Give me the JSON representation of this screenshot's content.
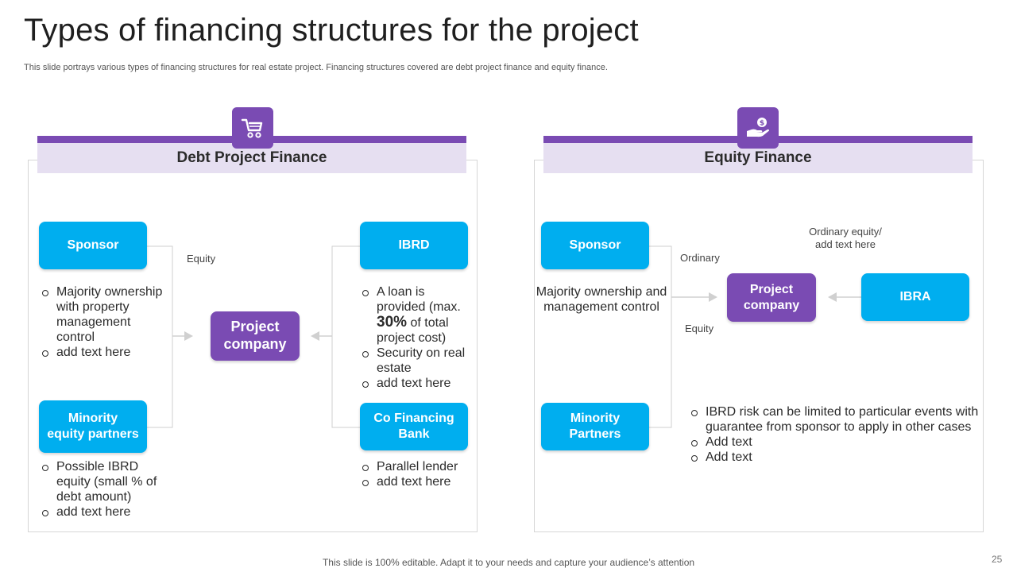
{
  "title": "Types of financing structures for the project",
  "subtitle": "This slide portrays various types of financing structures for real estate project. Financing structures covered are debt project finance and equity finance.",
  "footer": "This slide is 100% editable. Adapt it to your needs and capture your audience’s attention",
  "page_number": "25",
  "colors": {
    "purple": "#7a4bb3",
    "blue": "#00aeef",
    "header_bg": "#e6dff1"
  },
  "debt": {
    "icon": "shopping-cart-icon",
    "header": "Debt Project Finance",
    "sponsor": "Sponsor",
    "sponsor_bullets": [
      "Majority ownership with property management control",
      "add text here"
    ],
    "minority": {
      "line1": "Minority",
      "line2": "equity partners"
    },
    "minority_bullets": [
      "Possible IBRD equity (small % of debt amount)",
      "add text here"
    ],
    "equity_label": "Equity",
    "project": {
      "line1": "Project",
      "line2": "company"
    },
    "ibrd": "IBRD",
    "ibrd_bullet1": {
      "pre": "A loan is provided (max.",
      "big": "30%",
      "post": "of total project cost)"
    },
    "ibrd_bullets": [
      "Security on real estate",
      "add text here"
    ],
    "cofin": {
      "line1": "Co Financing",
      "line2": "Bank"
    },
    "cofin_bullets": [
      "Parallel lender",
      "add text here"
    ]
  },
  "equity": {
    "icon": "hand-dollar-icon",
    "header": "Equity Finance",
    "sponsor": "Sponsor",
    "ordinary_label": "Ordinary",
    "equity_label": "Equity",
    "majority_text": {
      "line1": "Majority ownership and",
      "line2": "management control"
    },
    "project": {
      "line1": "Project",
      "line2": "company"
    },
    "ibra": "IBRA",
    "ordinary_equity": {
      "line1": "Ordinary equity/",
      "line2": "add text here"
    },
    "minority": {
      "line1": "Minority",
      "line2": "Partners"
    },
    "bullets": [
      "IBRD risk can be limited to particular events with guarantee from sponsor to apply in other cases",
      "Add text",
      "Add text"
    ]
  }
}
